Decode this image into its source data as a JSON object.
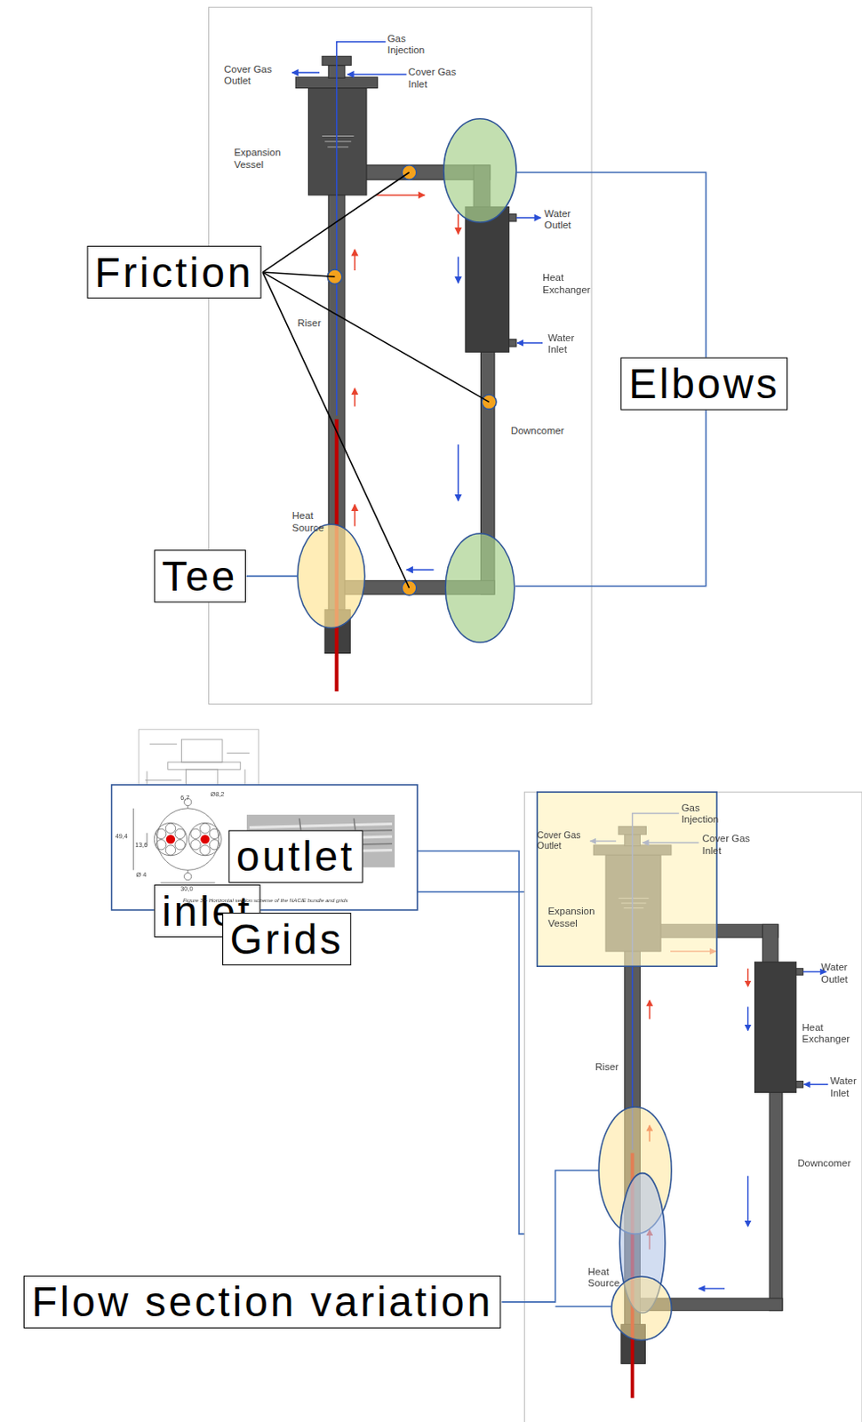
{
  "diagram": {
    "nodes": [
      {
        "text": [
          "Friction"
        ]
      },
      {
        "text": [
          "Elbows"
        ]
      },
      {
        "text": [
          "Tee"
        ]
      },
      {
        "text": [
          "outlet"
        ]
      },
      {
        "text": [
          "inlet"
        ]
      },
      {
        "text": [
          "Grids"
        ]
      },
      {
        "text": [
          "Flow section variation"
        ]
      }
    ],
    "labels": [
      "Gas Injection",
      "Cover Gas Outlet",
      "Cover Gas Inlet",
      "Expansion Vessel",
      "Water Outlet",
      "Heat Exchanger",
      "Water Inlet",
      "Riser",
      "Downcomer",
      "Heat Source",
      "49,4",
      "13,6",
      "6,7",
      "Ø8,2",
      "Ø 4",
      "30,0",
      "Figure 3 – Horizontal section scheme of the NACIE bundle and grids",
      "Gas Injection",
      "Cover Gas Outlet",
      "Cover Gas Inlet",
      "Expansion Vessel",
      "Water Outlet",
      "Heat Exchanger",
      "Water Inlet",
      "Riser",
      "Downcomer",
      "Heat Source"
    ]
  }
}
